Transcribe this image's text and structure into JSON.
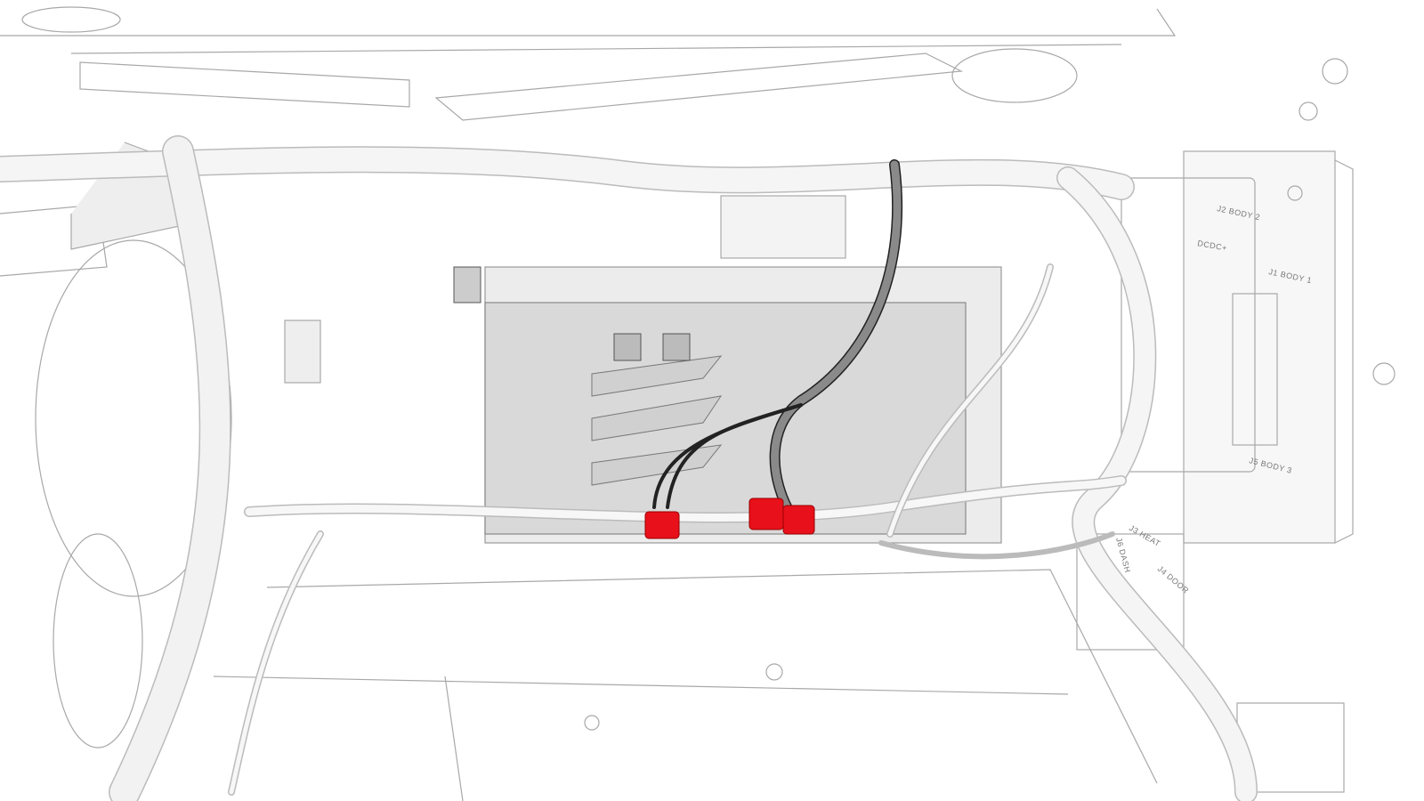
{
  "diagram": {
    "labels": {
      "j2": "J2 BODY 2",
      "dcdc": "DCDC+",
      "j1": "J1 BODY 1",
      "j5": "J5 BODY 3",
      "j3": "J3 HEAT",
      "j6": "J6 DASH",
      "j4": "J4 DOOR"
    },
    "colors": {
      "highlight": "#e8101a",
      "harness": "#555555",
      "module": "#d8d8d8",
      "line": "#9a9a9a"
    }
  }
}
